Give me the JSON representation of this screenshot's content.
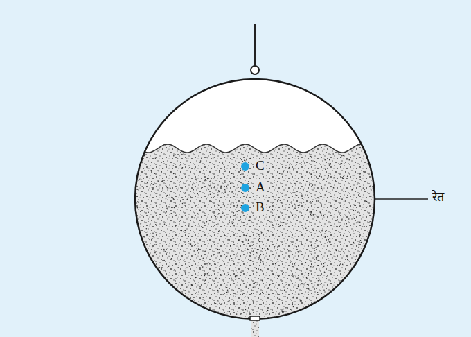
{
  "diagram": {
    "labels": [
      "C",
      "A",
      "B",
      "रेत"
    ]
  }
}
